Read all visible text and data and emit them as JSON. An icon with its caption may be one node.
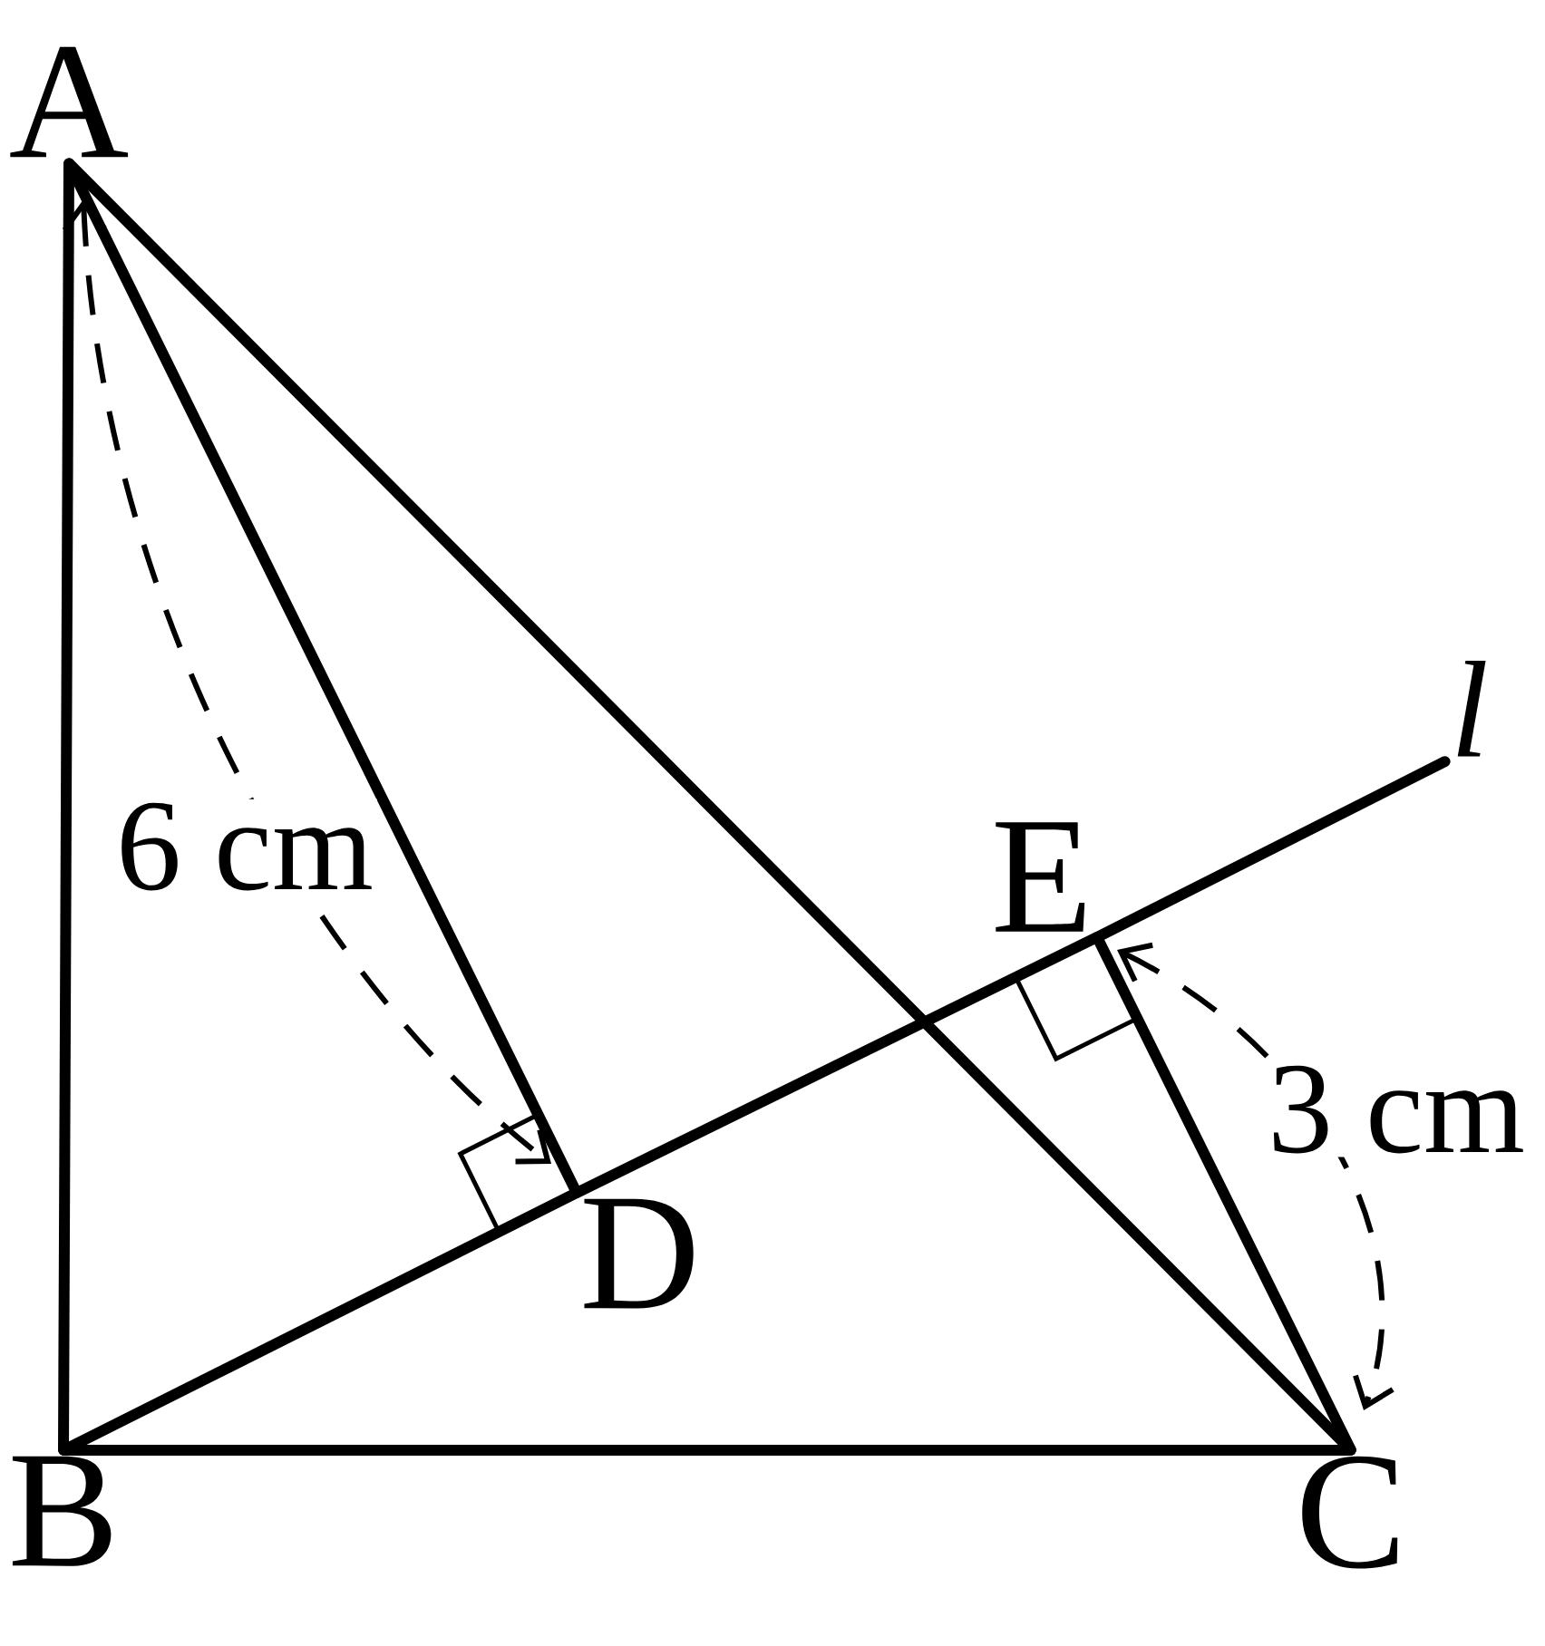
{
  "diagram": {
    "nodes": [
      {
        "text": [
          "A"
        ]
      },
      {
        "text": [
          "B"
        ]
      },
      {
        "text": [
          "C"
        ]
      },
      {
        "text": [
          "D"
        ]
      },
      {
        "text": [
          "E"
        ]
      },
      {
        "text": [
          "l"
        ]
      }
    ],
    "edges": [
      {
        "from": 0,
        "to": 1,
        "arrow": "none"
      },
      {
        "from": 1,
        "to": 2,
        "arrow": "none"
      },
      {
        "from": 0,
        "to": 2,
        "arrow": "none"
      },
      {
        "from": 0,
        "to": 3,
        "arrow": "none"
      },
      {
        "from": 2,
        "to": 4,
        "arrow": "none"
      },
      {
        "from": 1,
        "to": 3,
        "arrow": "none"
      },
      {
        "from": 3,
        "to": 4,
        "arrow": "none"
      },
      {
        "from": 4,
        "to": 5,
        "arrow": "none"
      }
    ],
    "labels": [
      "6 cm",
      "3 cm"
    ]
  }
}
